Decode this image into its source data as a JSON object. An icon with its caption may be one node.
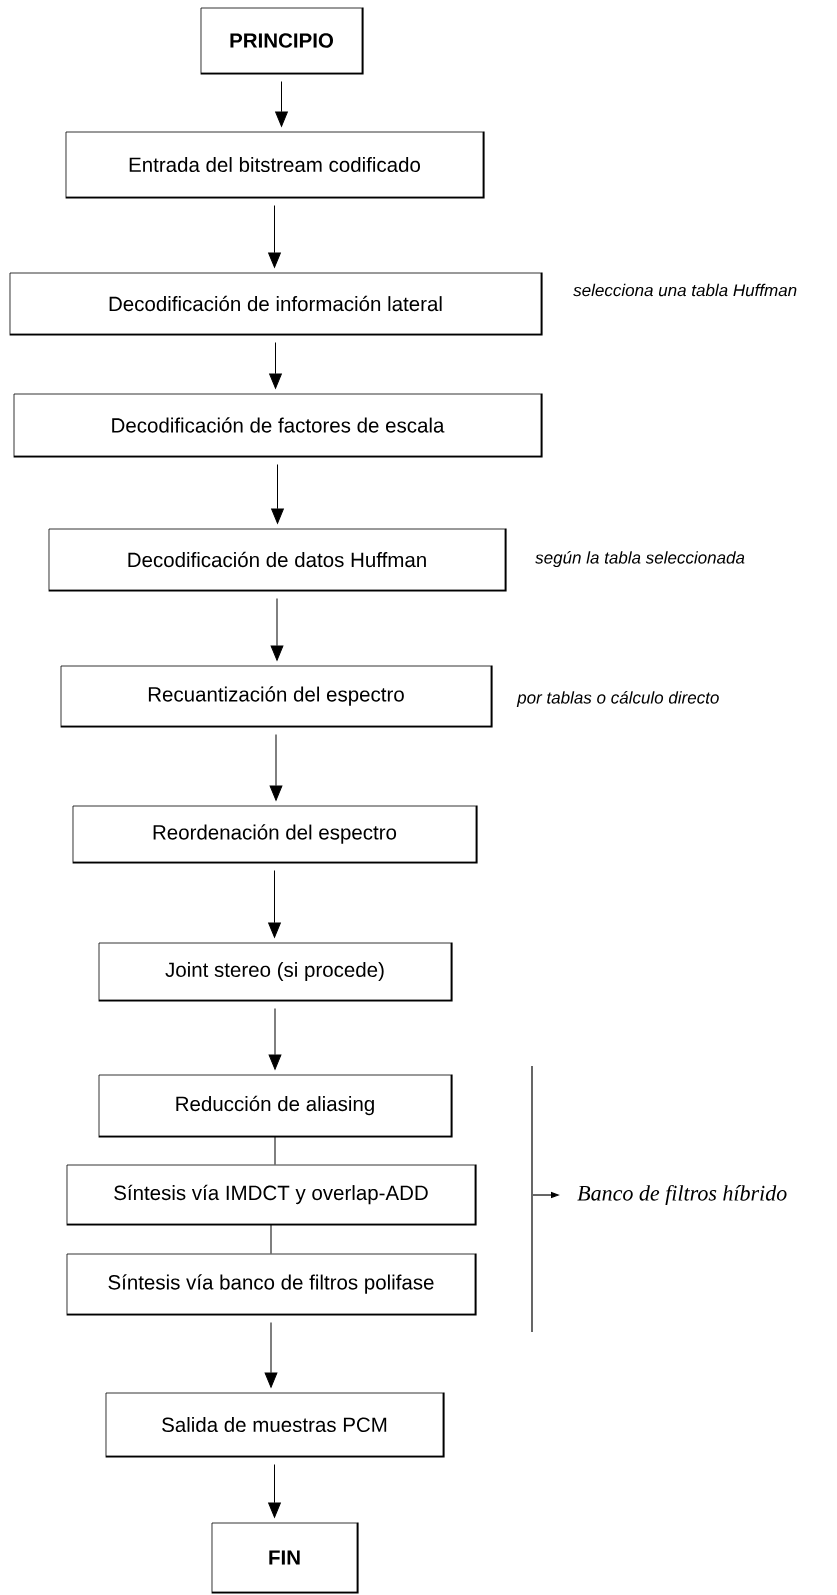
{
  "diagram": {
    "nodes": [
      {
        "text": [
          "**PRINCIPIO**"
        ]
      },
      {
        "text": [
          "Entrada del bitstream codificado"
        ]
      },
      {
        "text": [
          "Decodificación de información lateral"
        ],
        "beside": [
          "*selecciona una tabla Huffman*"
        ]
      },
      {
        "text": [
          "Decodificación de factores de escala"
        ]
      },
      {
        "text": [
          "Decodificación de datos Huffman"
        ],
        "beside": [
          "*según la tabla seleccionada*"
        ]
      },
      {
        "text": [
          "Recuantización del espectro"
        ],
        "beside": [
          "*por tablas o cálculo directo*"
        ]
      },
      {
        "text": [
          "Reordenación del espectro"
        ]
      },
      {
        "text": [
          "Joint stereo (si procede)"
        ]
      },
      {
        "text": [
          "Reducción de aliasing"
        ]
      },
      {
        "text": [
          "Síntesis vía IMDCT y overlap-ADD"
        ]
      },
      {
        "text": [
          "Síntesis vía banco de filtros polifase"
        ]
      },
      {
        "text": [
          "Salida de muestras PCM"
        ]
      },
      {
        "text": [
          "**FIN**"
        ]
      }
    ],
    "edges": [
      {
        "from": 0,
        "to": 1,
        "arrow": "to"
      },
      {
        "from": 1,
        "to": 2,
        "arrow": "to"
      },
      {
        "from": 2,
        "to": 3,
        "arrow": "to"
      },
      {
        "from": 3,
        "to": 4,
        "arrow": "to"
      },
      {
        "from": 4,
        "to": 5,
        "arrow": "to"
      },
      {
        "from": 5,
        "to": 6,
        "arrow": "to"
      },
      {
        "from": 6,
        "to": 7,
        "arrow": "to"
      },
      {
        "from": 7,
        "to": 8,
        "arrow": "to"
      },
      {
        "from": 8,
        "to": 9,
        "arrow": "none"
      },
      {
        "from": 9,
        "to": 10,
        "arrow": "none"
      },
      {
        "from": 10,
        "to": 11,
        "arrow": "to"
      },
      {
        "from": 11,
        "to": 12,
        "arrow": "to"
      }
    ],
    "labels": [
      "*Banco de filtros híbrido*"
    ]
  }
}
